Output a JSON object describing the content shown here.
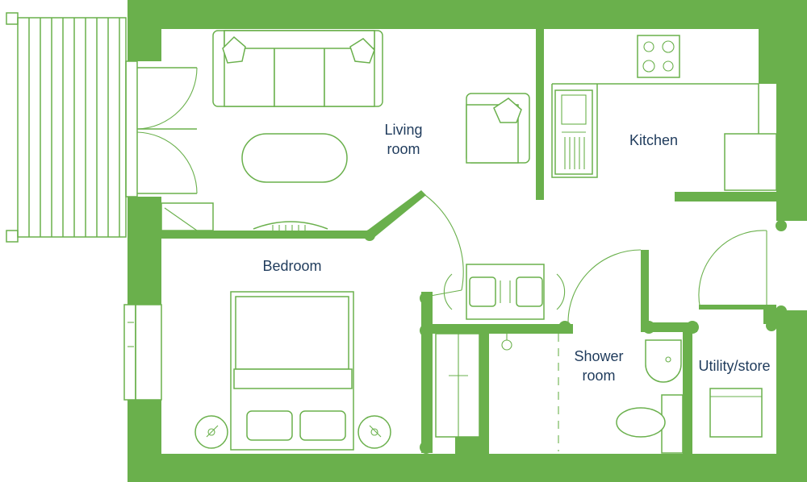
{
  "colors": {
    "wall": "#6ab04c",
    "label": "#1f3b5c",
    "background": "#ffffff"
  },
  "rooms": {
    "living_line1": "Living",
    "living_line2": "room",
    "kitchen": "Kitchen",
    "bedroom": "Bedroom",
    "shower_line1": "Shower",
    "shower_line2": "room",
    "utility": "Utility/store"
  },
  "icons": [
    "sofa-icon",
    "armchair-icon",
    "coffee-table-icon",
    "hob-icon",
    "sink-icon",
    "bed-icon",
    "dining-table-icon",
    "toilet-icon",
    "washbasin-icon",
    "washing-machine-icon",
    "balcony-icon",
    "radiator-icon",
    "wardrobe-icon",
    "shower-icon"
  ]
}
